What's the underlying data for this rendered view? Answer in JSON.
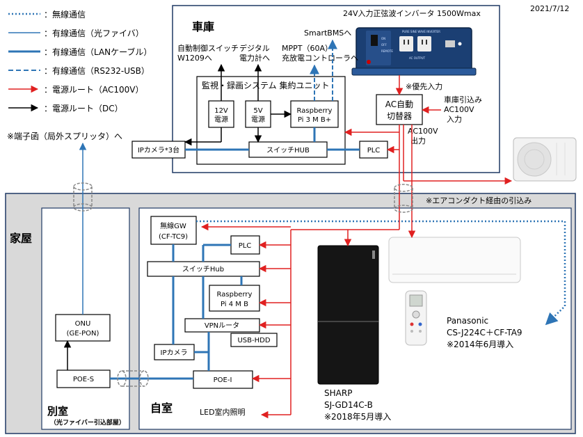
{
  "date": "2021/7/12",
  "legend": [
    {
      "label": "：無線通信",
      "style": "dotted-blue"
    },
    {
      "label": "：有線通信（光ファイバ）",
      "style": "thin-blue"
    },
    {
      "label": "：有線通信（LANケーブル）",
      "style": "thick-blue"
    },
    {
      "label": "：有線通信（RS232-USB）",
      "style": "dashed-blue"
    },
    {
      "label": "：電源ルート（AC100V）",
      "style": "red"
    },
    {
      "label": "：電源ルート（DC）",
      "style": "black"
    }
  ],
  "garage": {
    "title": "車庫",
    "inverter_label": "24V入力正弦波インバータ 1500Wmax",
    "smartbms": "SmartBMSへ",
    "auto_switch_1": "自動制御スイッチ",
    "auto_switch_2": "W1209へ",
    "power_meter_1": "デジタル",
    "power_meter_2": "電力計へ",
    "mppt_1": "MPPT（60A）",
    "mppt_2": "充放電コントローラへ",
    "unit_title": "監視・録画システム 集約ユニット",
    "ps12_1": "12V",
    "ps12_2": "電源",
    "ps5_1": "5V",
    "ps5_2": "電源",
    "rpi3_1": "Raspberry",
    "rpi3_2": "Pi 3 M B+",
    "switch_hub": "スイッチHUB",
    "ipcam3": "IPカメラ*3台",
    "plc": "PLC",
    "priority_input": "※優先入力",
    "ats_1": "AC自動",
    "ats_2": "切替器",
    "garage_in_1": "車庫引込み",
    "garage_in_2": "AC100V",
    "garage_in_3": "入力",
    "ac_out_1": "AC100V",
    "ac_out_2": "出力"
  },
  "terminal_box": "※端子函（局外スプリッタ）へ",
  "aircon_route": "※エアコンダクト経由の引込み",
  "house": {
    "title": "家屋",
    "annex_title": "別室",
    "annex_sub": "（光ファイバー引込部屋）",
    "onu_1": "ONU",
    "onu_2": "(GE-PON)",
    "poe_s": "POE-S",
    "main_title": "自室",
    "wireless_gw_1": "無線GW",
    "wireless_gw_2": "(CF-TC9)",
    "plc": "PLC",
    "switch_hub": "スイッチHub",
    "rpi4_1": "Raspberry",
    "rpi4_2": "Pi 4 M B",
    "vpn_router": "VPNルータ",
    "usb_hdd": "USB-HDD",
    "ipcam": "IPカメラ",
    "poe_i": "POE-I",
    "led": "LED室内照明",
    "fridge_1": "SHARP",
    "fridge_2": "SJ-GD14C-B",
    "fridge_3": "※2018年5月導入",
    "aircon_1": "Panasonic",
    "aircon_2": "CS-J224C＋CF-TA9",
    "aircon_3": "※2014年6月導入"
  },
  "inverter": {
    "brand": "PURE SINE WAVE INVERTER",
    "output": "AC OUTPUT",
    "on": "ON",
    "off": "OFF",
    "remote": "REMOTE"
  },
  "colors": {
    "comm_blue": "#2e75b6",
    "power_red": "#e02020",
    "frame_navy": "#1f3864",
    "house_gray": "#d9d9d9"
  }
}
